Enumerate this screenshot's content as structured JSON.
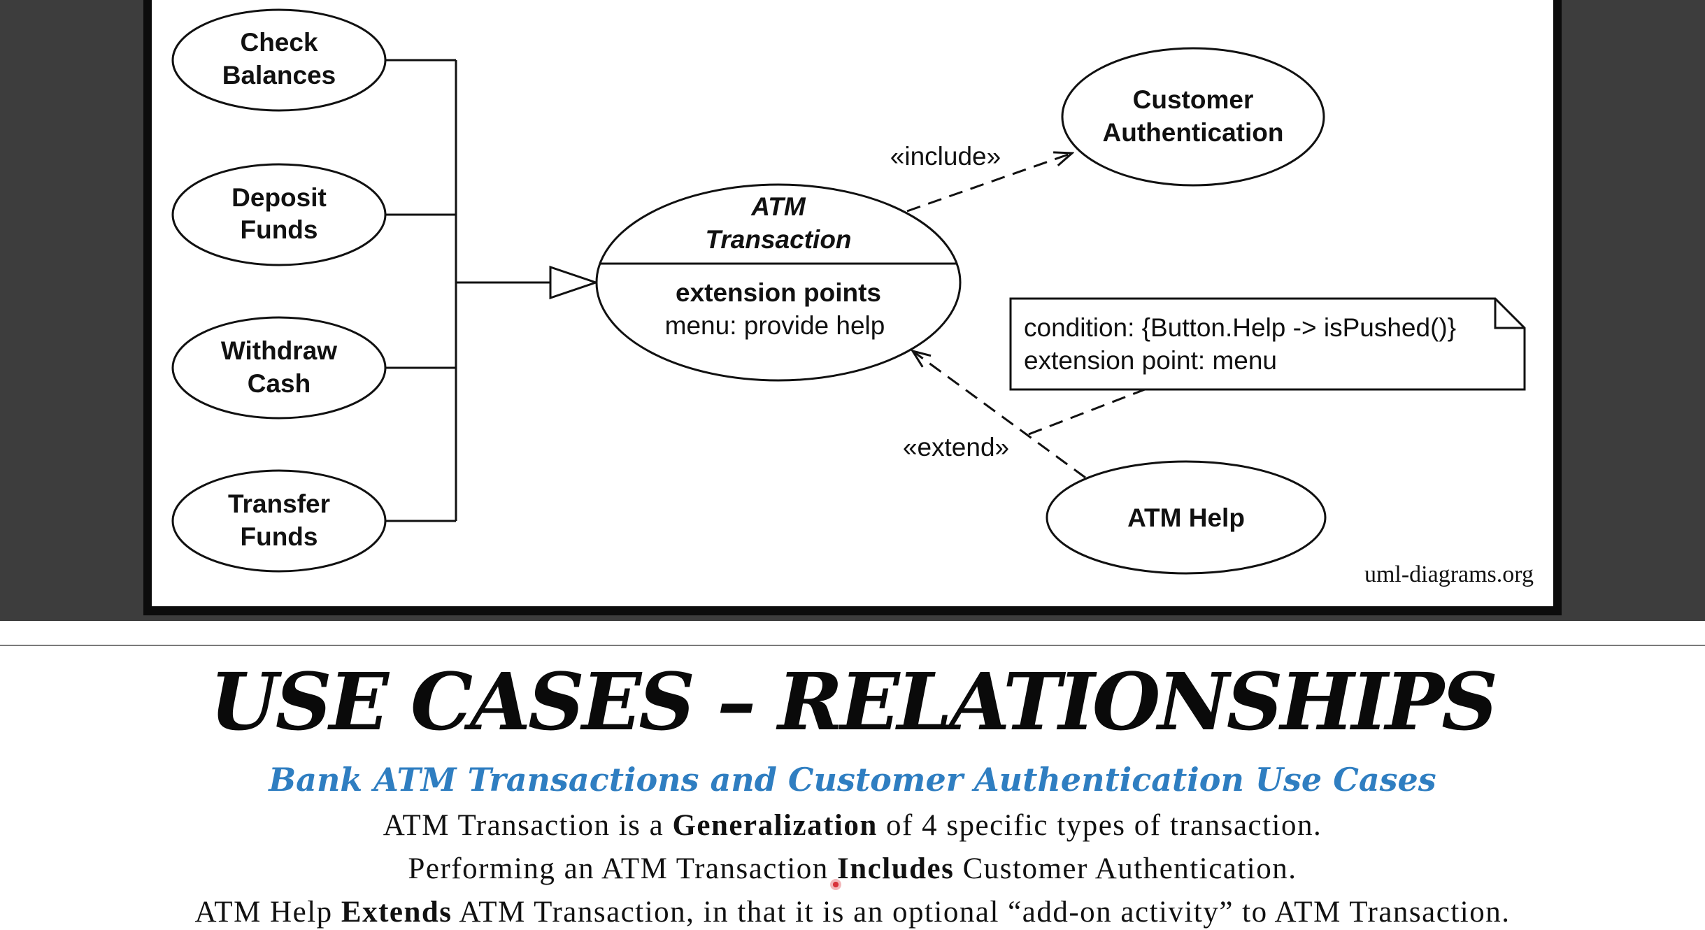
{
  "diagram": {
    "use_cases": {
      "check_balances": [
        "Check",
        "Balances"
      ],
      "deposit_funds": [
        "Deposit",
        "Funds"
      ],
      "withdraw_cash": [
        "Withdraw",
        "Cash"
      ],
      "transfer_funds": [
        "Transfer",
        "Funds"
      ],
      "atm_transaction": {
        "name_lines": [
          "ATM",
          "Transaction"
        ],
        "compartment_title": "extension points",
        "compartment_item": "menu: provide help"
      },
      "customer_authentication": [
        "Customer",
        "Authentication"
      ],
      "atm_help": "ATM Help"
    },
    "stereotypes": {
      "include": "«include»",
      "extend": "«extend»"
    },
    "note": {
      "line1": "condition: {Button.Help -> isPushed()}",
      "line2": "extension point: menu"
    },
    "credit": "uml-diagrams.org"
  },
  "slide": {
    "title": "USE CASES – RELATIONSHIPS",
    "subtitle": "Bank ATM Transactions and Customer Authentication Use Cases",
    "line1": {
      "before": "ATM Transaction is a ",
      "bold": "Generalization",
      "after": " of 4 specific types of transaction."
    },
    "line2": {
      "before": "Performing an ATM Transaction ",
      "bold": "Includes",
      "after": " Customer Authentication."
    },
    "line3": {
      "before": "ATM Help ",
      "bold": "Extends",
      "after": " ATM Transaction, in that it is an optional “add-on activity” to ATM Transaction."
    }
  },
  "colors": {
    "subtitle_blue": "#2f7ec1",
    "background_dark": "#3d3d3d",
    "cursor_red": "#d8323a"
  }
}
